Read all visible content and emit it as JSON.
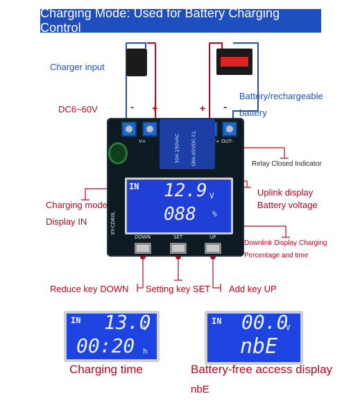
{
  "banner": {
    "title": "Charging Mode: Used for Battery Charging Control"
  },
  "labels": {
    "charger_input": "Charger input",
    "dc_range": "DC6~60V",
    "battery_line1": "Battery/rechargeable",
    "battery_line2": "battery",
    "relay_indicator": "Relay Closed Indicator",
    "uplink_line1": "Uplink display",
    "uplink_line2": "Battery voltage",
    "charging_mode": "Charging mode",
    "display_in": "Display IN",
    "downlink_line1": "Downlink Display Charging",
    "downlink_line2": "Percentage and time",
    "reduce_key": "Reduce key DOWN",
    "setting_key": "Setting key SET",
    "add_key": "Add key UP",
    "charging_time": "Charging time",
    "battery_free_line1": "Battery-free access display",
    "battery_free_line2": "nbE",
    "plus": "+",
    "minus": "-"
  },
  "board": {
    "lcd_mode": "IN",
    "lcd_voltage": "12.9",
    "lcd_voltage_unit": "V",
    "lcd_percent": "088",
    "lcd_percent_unit": "%",
    "model": "XY-CD60L",
    "relay_line1": "SRA-05VDC-CL",
    "relay_line2": "30A 250VAC",
    "btn_down": "DOWN",
    "btn_set": "SET",
    "btn_up": "UP",
    "terminal_left": "V+ ",
    "terminal_right": "OUT+ OUT-"
  },
  "display_charging": {
    "mode": "IN",
    "voltage": "13.0",
    "voltage_unit": "V",
    "time": "00:20",
    "time_unit": "h"
  },
  "display_nobattery": {
    "mode": "IN",
    "voltage": "00.0",
    "voltage_unit": "V",
    "status": "nbE"
  }
}
